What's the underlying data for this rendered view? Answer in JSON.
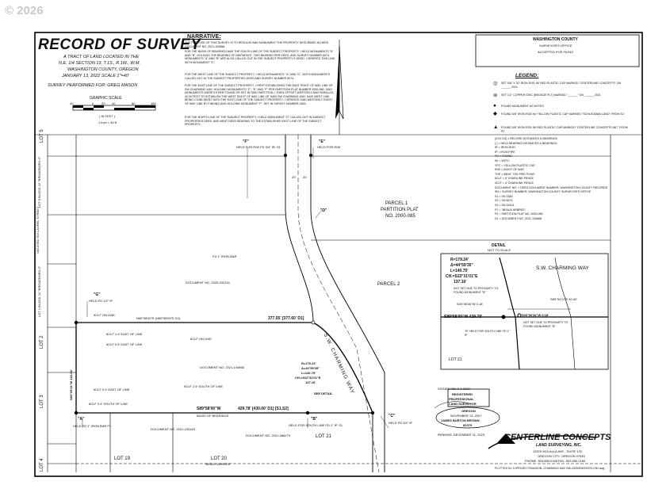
{
  "watermark": "© 2026",
  "title": {
    "main": "RECORD OF SURVEY",
    "line1": "A TRACT OF LAND LOCATED IN THE",
    "line2": "N.E. 1/4 SECTION 13, T.1S., R.1W., W.M.",
    "line3": "WASHINGTON COUNTY, OREGON",
    "line4": "JANUARY 13, 2022    SCALE 1\"=40'",
    "performed": "SURVEY PERFORMED FOR: GREG MASON"
  },
  "scale_bar": {
    "label": "GRAPHIC SCALE",
    "ticks": [
      "40",
      "0",
      "20",
      "40",
      "80",
      "160"
    ],
    "unit1": "( IN FEET )",
    "unit2": "1 inch = 40 ft."
  },
  "narrative": {
    "heading": "NARRATIVE:",
    "paragraphs": [
      "THE PURPOSE OF THIS SURVEY IS TO RESOLVE AND MONUMENT THE PROPERTY DESCRIBED IN DEED DOCUMENT NO. 2021-104668.",
      "FOR THE BASIS OF BEARINGS AND THE SOUTH LINE OF THE SUBJECT PROPERTY, I HELD MONUMENTS \"A\" AND \"B\", HOLDING THE BEARING OF N89°58'00\"E. THIS BEARING PER DEED, AND SURVEY NUMBER 8074. MONUMENTS \"A\" AND \"B\" ARE ALSO CALLED OUT IN THE SUBJECT PROPERTY'S DEED. I VERIFIED THIS LINE WITH MONUMENT \"C\".",
      "FOR THE WEST LINE OF THE SUBJECT PROPERTY, I HELD MONUMENTS \"A\" AND \"G\". BOTH MONUMENTS CALLED OUT IN THE SUBJECT PROPERTIES DEED AND SURVEY NUMBER 8074.",
      "FOR THE EAST LINE OF THE SUBJECT PROPERTY, I FIRST ESTABLISHED THE EAST RIGHT OF WAY LINE OF SW CHARMING WAY, HOLDING MONUMENTS \"C\", \"E\" AND \"F\" PER PARTITION PLAT NUMBER 2000-085. SAID MONUMENTS WERE EITHER FOUND OR SET IN SAID PARTITION. I THEN OFFSET WESTERLY AND PARALLEL 40.00 FEET TO ESTABLISH THE WEST RIGHT OF WAY LINE OF SAID SW CHARMING WAY. SAID WEST LINE BEING COINCIDENT WITH THE EAST LINE OF THE SUBJECT PROPERTY. I VERIFIED SAID WESTERLY RIGHT OF WAY LINE BY FINDING AND HOLDING MONUMENT \"F\", SET IN SURVEY NUMBER 3383.",
      "FOR THE NORTH LINE OF THE SUBJECT PROPERTY, I HELD MONUMENT \"G\" CALLED OUT IN SUBJECT PROPERTIES DEED, AND MEAT DEED BEARING TO THE ESTABLISHED EAST LINE OF THE SUBJECT PROPERTY."
    ]
  },
  "county_box": {
    "line1": "WASHINGTON COUNTY",
    "line2": "SURVEYOR'S OFFICE",
    "line3": "ACCEPTED FOR FILING"
  },
  "legend": {
    "heading": "LEGEND:",
    "items": [
      "SET 5/8\" X 30\" IRON ROD W/ RED PLASTIC CAP MARKED \"CENTERLINE CONCEPTS\" ON ______ 2021",
      "SET 1/2\" COPPER DISC (BRONZE PLT) MARKED \"______\" ON ______ 2021",
      "FOUND MONUMENT AS NOTED",
      "FOUND 5/8\" IRON ROD W/ YELLOW PLASTIC CAP MARKED \"SCHLEGMAN LAND\" FROM SJ",
      "FOUND 5/8\" IRON ROD W/ RED PLASTIC CAP MARKED \"CENTERLINE CONCEPTS INC\" FROM P2"
    ],
    "abbreviations": [
      "[XXX.XX] = RECORD DISTANCES & BEARINGS",
      "( ) = HELD BEARING DISTANCES & BEARINGS",
      "IR = IRON ROD",
      "IP = IRON PIPE",
      "FD = FOUND",
      "W/ = WITH",
      "YPC = YELLOW PLASTIC CAP",
      "R/W = RIGHT OF WAY",
      "TOP = BENT, TEE PIPE POINT",
      "6CLF = 6' CHAINLINK FENCE",
      "4CLF = 4' CHAINLINK FENCE",
      "DOCUMENT NO. = DEED DOCUMENT NUMBER, WASHINGTON COUNTY RECORDS",
      "SN = SURVEY NUMBER, WASHINGTON COUNTY SURVEYOR'S OFFICE",
      "S1 = SN 3383",
      "S2 = SN 8074",
      "S3 = SN 33431",
      "P1 = \"BEAUX ARBRES\"",
      "P2 = PARTITION PLAT NO. 2000-085",
      "D1 = DOCUMENT NO. 2021-104668"
    ]
  },
  "map": {
    "lots": [
      {
        "text": "LOT 5"
      },
      {
        "text": "LOT 6 BLOCK 12 \"BROADBORN 2\""
      },
      {
        "text": "VACATED SW LAUREL STREET"
      },
      {
        "text": "LOT 1 BLOCK 12 \"BROADBORN 2\""
      },
      {
        "text": "LOT 2"
      },
      {
        "text": "LOT 3"
      },
      {
        "text": "LOT 4"
      }
    ],
    "parcel1": [
      "PARCEL 1",
      "PARTITION PLAT",
      "NO. 2000-085"
    ],
    "parcel2": "PARCEL 2",
    "road": "S.W. CHARMING WAY",
    "lot19": "LOT 19",
    "lot20": "LOT 20",
    "beaux": "\"BEAUX ARBRES\"",
    "lot21": "LOT 21",
    "doc1": "DOCUMENT NO. 2020-031241",
    "doc2": "DOCUMENT NO. 2021-104668",
    "doc3": "DOCUMENT NO. 2021-100163",
    "doc4": "DOCUMENT NO. 2021-068273",
    "north_line": "N89°58'00\"E (N89°58'00\"E D1)",
    "north_dist": "377.55' [377.60' D1]",
    "south_line": "S89°58'00\"W",
    "basis": "BASIS OF BEARINGS",
    "south_dist": "429.78' [430.00' D1] [S1,S2]",
    "west_line": "N00°05'11\"W 122.24'",
    "fences": [
      "5CLF ON LINE",
      "6CLF 1.9' EAST OF LINE",
      "6CLF 0.5' EAST OF LINE",
      "6CLF ON LINE",
      "6CLF 0.9' EAST OF LINE",
      "6CLF 0.4' SOUTH OF LINE",
      "6CLF 2.6' SOUTH OF LINE"
    ],
    "curve": [
      "R=179.24'",
      "Δ=44°59'35\"",
      "L=140.75'",
      "CH.=S22°31'01\"E",
      "137.16'"
    ],
    "see_detail": "SEE DETAIL",
    "mon_a": "\"A\"",
    "mon_b": "\"B\"",
    "mon_c": "\"C\"",
    "mon_d": "\"D\"",
    "mon_e": "\"E\"",
    "mon_f": "\"F\"",
    "mon_g": "\"G\"",
    "held_g": "HELD FD 1/2\" IP",
    "held_f": "HELD FOR R/W FD 3/4\" IR. S1",
    "held_e": "HELD FOR R/W",
    "held_b": "HELD FOR SOUTH LINE FD 1\" IP. S1",
    "held_c": "HELD FD 3/4\" IP",
    "held_a": "HELD FD 1\" IRON BAR P1",
    "bar_note": "FD 1\" IRON BAR",
    "dim20a": "20'",
    "dim20b": "20'"
  },
  "detail": {
    "heading": "DETAIL",
    "sub": "NOT TO SCALE",
    "road": "S.W. CHARMING WAY",
    "curve": [
      "R=179.24'",
      "Δ=44°59'35\"",
      "L=140.75'",
      "CH.=S22°31'01\"E",
      "137.16'"
    ],
    "note1": "NOT SET DUE TO PROXIMITY TO FOUND MONUMENT \"B\"",
    "note2": "NOT SET DUE TO PROXIMITY TO FOUND MONUMENT \"B\"",
    "bearing_line": "S89°58'00\"W 429.78'",
    "offset": "S00°06'46\"W 0.18'",
    "offset2": "S89°54'11\"E 40.00'",
    "held": "\"B\" HELD FOR SOUTH LINE FD 1\" IP",
    "lot21": "LOT 21"
  },
  "stamp": {
    "signed": "SIGNED ON: 2-3-2022",
    "registered": "REGISTERED",
    "professional": "PROFESSIONAL",
    "land_surveyor": "LAND SURVEYOR",
    "state": "OREGON",
    "date": "NOVEMBER 13, 2007",
    "name": "JAMES BURTON BROWN",
    "number": "60379",
    "renews": "RENEWS: DECEMBER 31, 2023"
  },
  "company": {
    "name": "CENTERLINE CONCEPTS",
    "sub": "LAND SURVEYING, INC.",
    "address1": "19376 MOLALLA AVE., SUITE 120",
    "address2": "OREGON CITY, OREGON 97045",
    "phone": "PHONE: 503.650.0188     FAX: 503.650.0189",
    "plotted": "PLOTTED IN: S:\\PROJECTS\\MASON--CHARMING WAY SW-4325\\DWG\\ROS-C3D.dwg"
  }
}
